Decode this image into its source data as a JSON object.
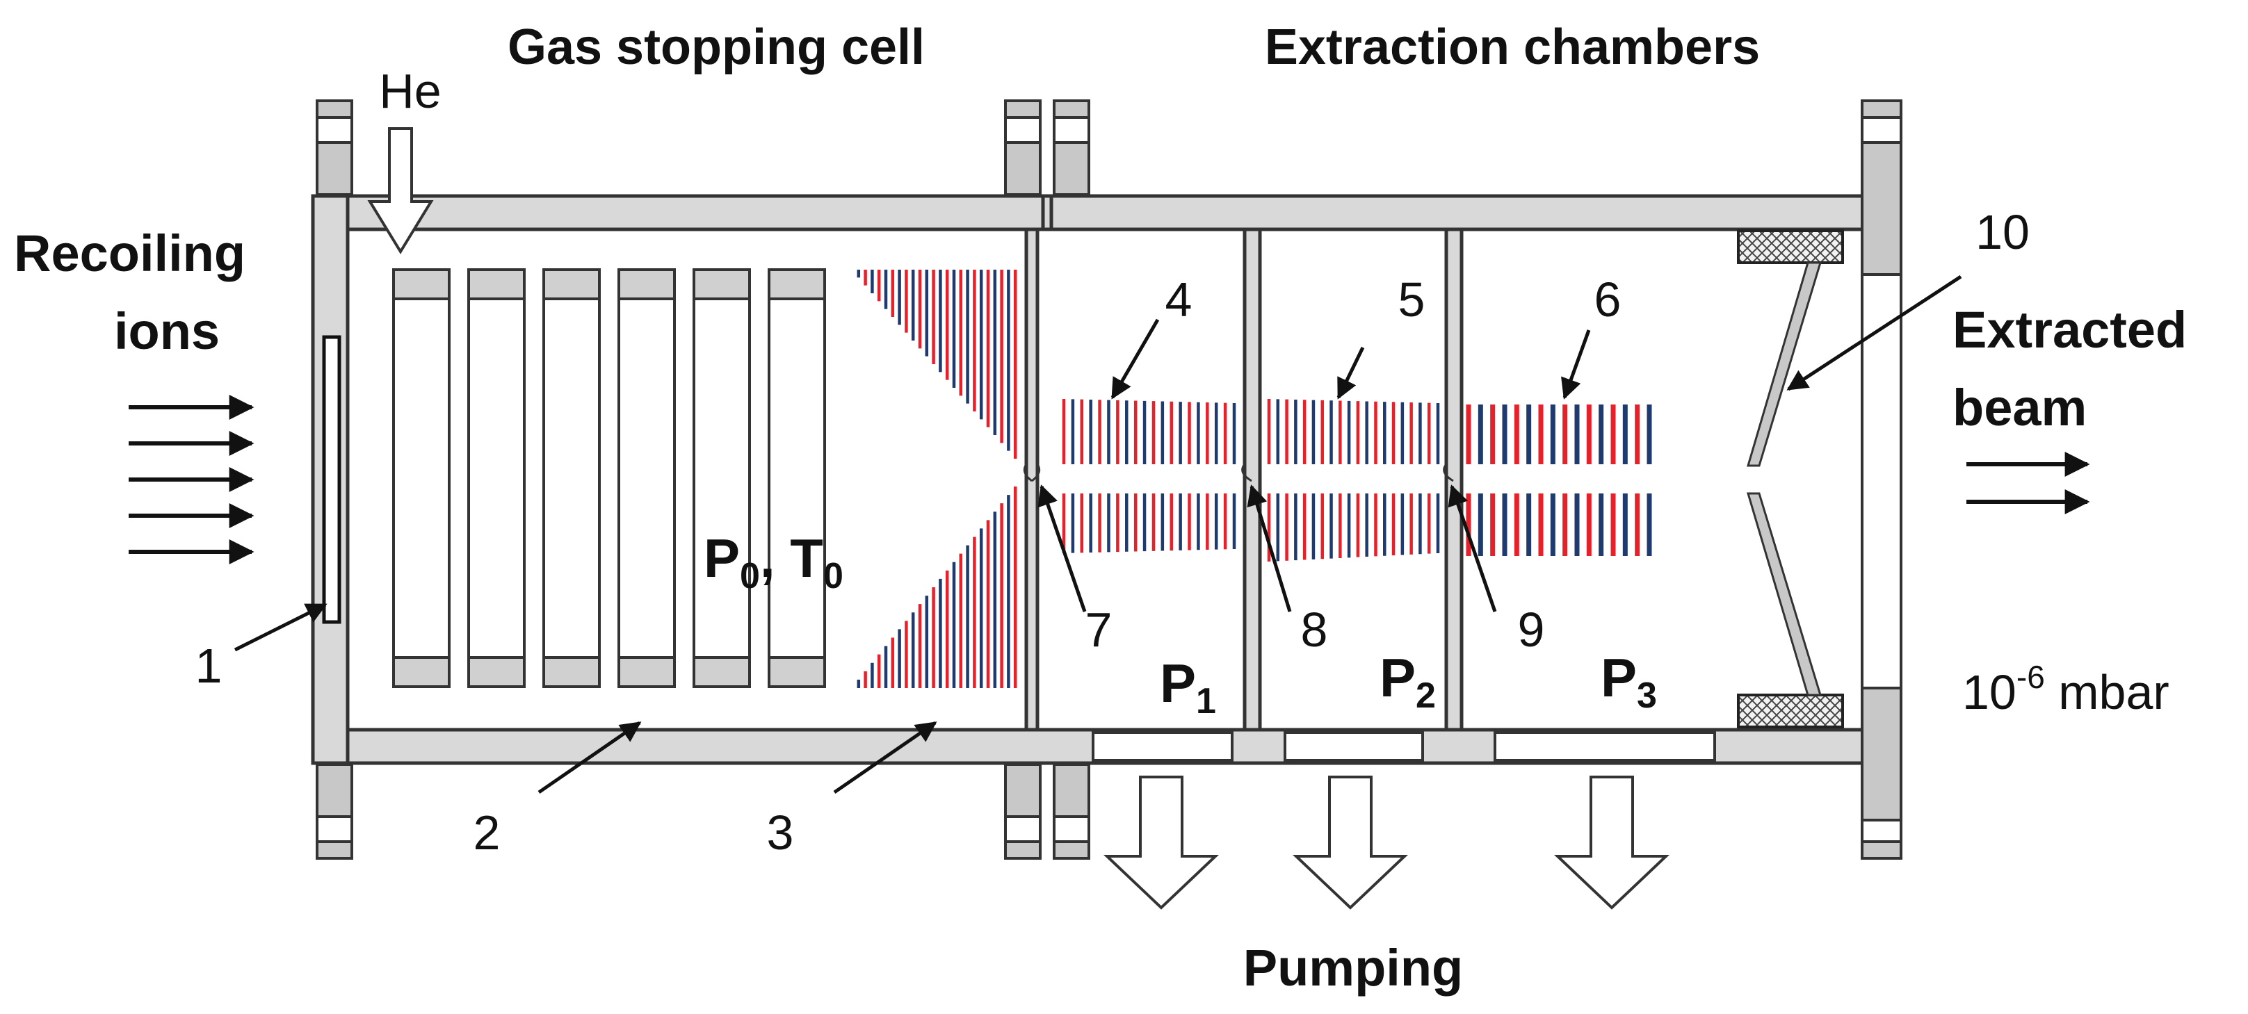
{
  "titles": {
    "gas_cell": "Gas stopping cell",
    "extraction": "Extraction chambers"
  },
  "labels": {
    "helium": "He",
    "recoiling_line1": "Recoiling",
    "recoiling_line2": "ions",
    "extracted_line1": "Extracted",
    "extracted_line2": "beam",
    "pumping": "Pumping",
    "vacuum_base": "10",
    "vacuum_exp": "-6",
    "vacuum_unit": " mbar",
    "p0_letter": "P",
    "p0_sub": "0",
    "t0_letter": ", T",
    "t0_sub": "0",
    "p1_letter": "P",
    "p1_sub": "1",
    "p2_letter": "P",
    "p2_sub": "2",
    "p3_letter": "P",
    "p3_sub": "3"
  },
  "numbers": [
    "1",
    "2",
    "3",
    "4",
    "5",
    "6",
    "7",
    "8",
    "9",
    "10"
  ],
  "colors": {
    "wall_fill": "#d9d9d9",
    "outline": "#333333",
    "rf_red": "#e8202a",
    "rf_blue": "#1f3a6e"
  }
}
